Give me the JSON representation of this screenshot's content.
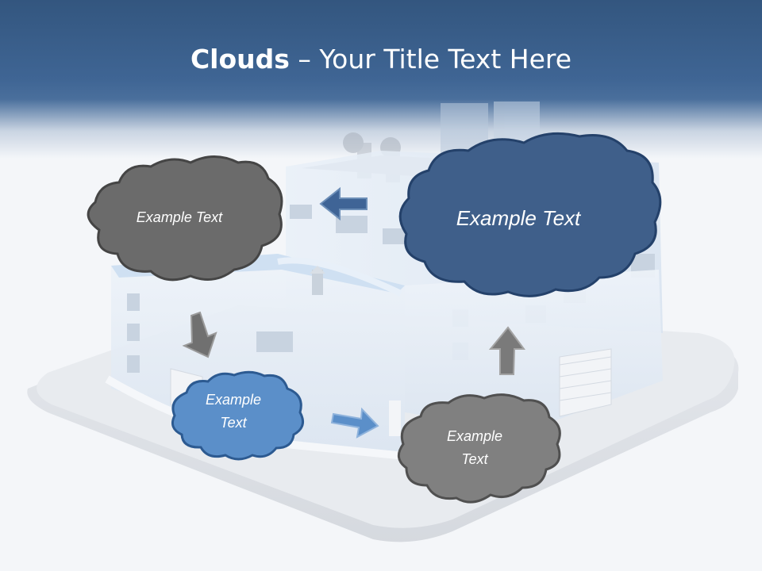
{
  "slide": {
    "title_bold": "Clouds",
    "title_separator": " – ",
    "title_rest": "Your Title Text Here"
  },
  "clouds": [
    {
      "label": "Example Text",
      "color": "#6b6b6b"
    },
    {
      "label": "Example Text",
      "color": "#3f5f8a"
    },
    {
      "label": "Example\nText",
      "color": "#5b8fc9"
    },
    {
      "label": "Example\nText",
      "color": "#808080"
    }
  ],
  "arrows": [
    {
      "direction": "left",
      "color": "#3f6496"
    },
    {
      "direction": "down-right",
      "color": "#707070"
    },
    {
      "direction": "right",
      "color": "#5b8fc9"
    },
    {
      "direction": "up",
      "color": "#7a7a7a"
    }
  ],
  "colors": {
    "header": "#3f6594",
    "background": "#f4f6f9",
    "building": "#dde7f3"
  }
}
